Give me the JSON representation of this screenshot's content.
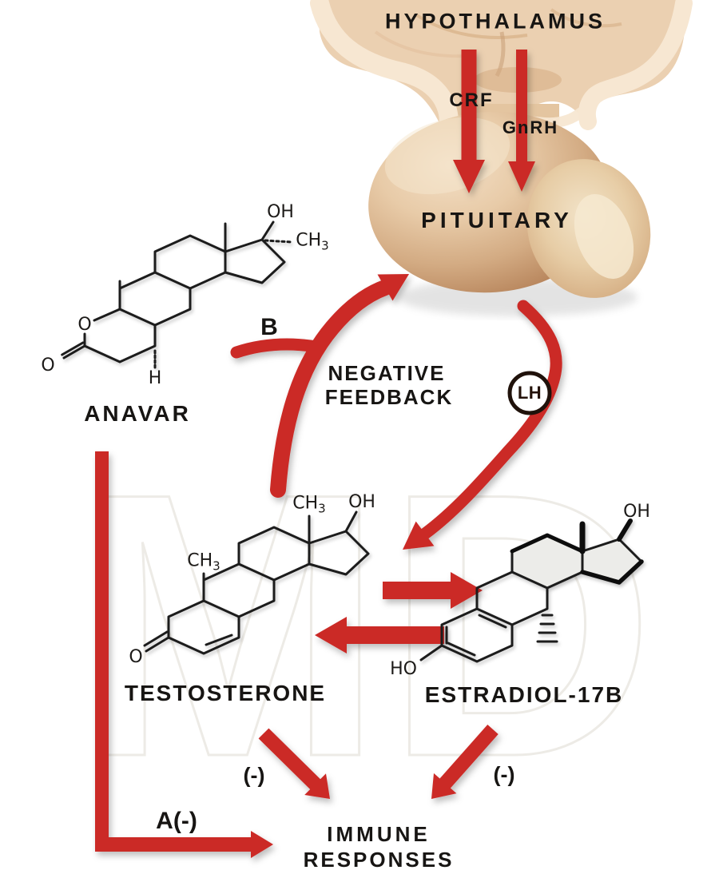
{
  "watermark": {
    "text": "MD"
  },
  "brain": {
    "hypothalamus": "HYPOTHALAMUS",
    "pituitary": "PITUITARY"
  },
  "hormones": {
    "crf": "CRF",
    "gnrh": "GnRH",
    "lh": "LH"
  },
  "feedback": {
    "line1": "NEGATIVE",
    "line2": "FEEDBACK",
    "b_label": "B"
  },
  "chem": {
    "oh": "OH",
    "ho": "HO",
    "o": "O",
    "h": "H",
    "ch": "CH",
    "sub3": "3"
  },
  "molecules": {
    "anavar": "ANAVAR",
    "testosterone": "TESTOSTERONE",
    "estradiol": "ESTRADIOL-17B"
  },
  "immune": {
    "line1": "IMMUNE",
    "line2": "RESPONSES",
    "a_label": "A(-)",
    "minus_left": "(-)",
    "minus_right": "(-)"
  },
  "colors": {
    "arrow_red": "#cb2a27",
    "cream": "#f7e7d2",
    "tan": "#ebd0b1",
    "pituitary_shade": "#b5825b",
    "ink": "#171513"
  }
}
